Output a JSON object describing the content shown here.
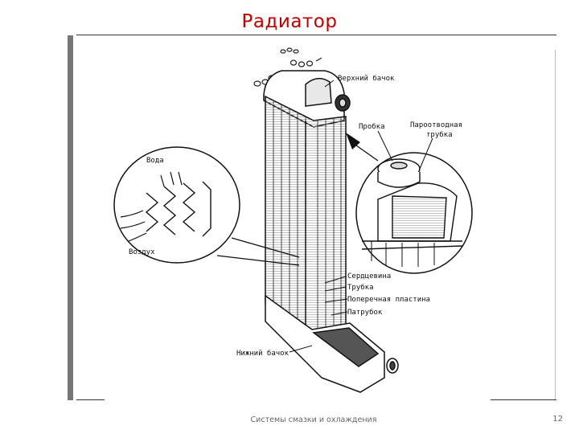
{
  "slide": {
    "title": "Радиатор",
    "footer": "Системы смазки и охлаждения",
    "page_number": "12"
  },
  "labels": {
    "upper_tank": "Верхний бачок",
    "cap": "Пробка",
    "vapor_tube_1": "Пароотводная",
    "vapor_tube_2": "трубка",
    "water": "Вода",
    "air": "Воздух",
    "core": "Сердцевина",
    "tube": "Трубка",
    "plate": "Поперечная пластина",
    "pipe": "Патрубок",
    "lower_tank": "Нижний бачок"
  }
}
